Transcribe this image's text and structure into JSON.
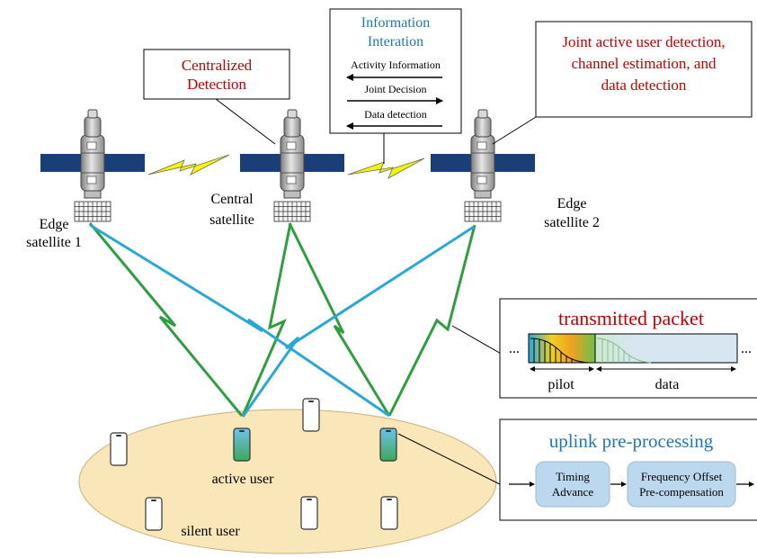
{
  "colors": {
    "accent_red": "#c00000",
    "accent_blue": "#1f77b4",
    "link_green": "#2e9e3e",
    "link_cyan": "#29a8d8",
    "isl_yellow": "#f5f500",
    "panel_blue": "#1a3f78",
    "ground_ellipse": "#f9e7b9",
    "processing_box": "#bcd8ef"
  },
  "callouts": {
    "centralized": {
      "line1": "Centralized",
      "line2": "Detection"
    },
    "information": {
      "title_line1": "Information",
      "title_line2": "Interation",
      "activity": "Activity Information",
      "joint_decision": "Joint Decision",
      "data_detection": "Data detection"
    },
    "joint": {
      "line1": "Joint active user detection,",
      "line2": "channel estimation, and",
      "line3": "data detection"
    }
  },
  "satellites": {
    "edge1": {
      "line1": "Edge",
      "line2": "satellite 1"
    },
    "central": {
      "line1": "Central",
      "line2": "satellite"
    },
    "edge2": {
      "line1": "Edge",
      "line2": "satellite 2"
    }
  },
  "users": {
    "active": "active user",
    "silent": "silent user"
  },
  "packet": {
    "title": "transmitted packet",
    "ellipsis_left": "...",
    "ellipsis_right": "...",
    "pilot": "pilot",
    "data": "data"
  },
  "preprocessing": {
    "title": "uplink pre-processing",
    "timing": {
      "line1": "Timing",
      "line2": "Advance"
    },
    "frequency": {
      "line1": "Frequency Offset",
      "line2": "Pre-compensation"
    }
  }
}
